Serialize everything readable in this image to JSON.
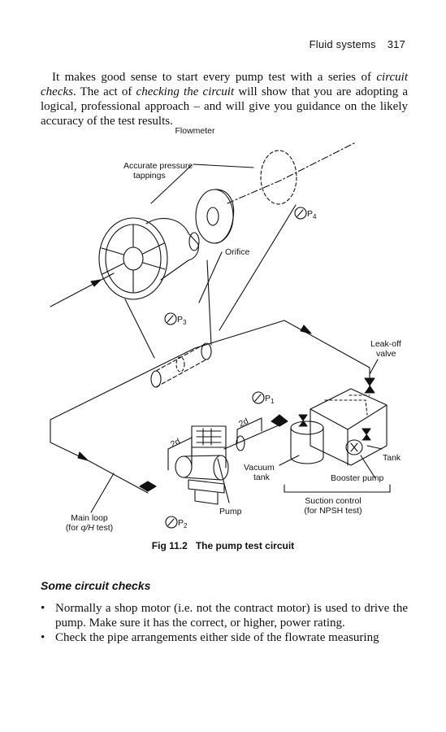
{
  "header": {
    "section": "Fluid systems",
    "page_number": "317"
  },
  "intro": {
    "t1": "It makes good sense to start every pump test with a series of ",
    "em1": "circuit checks",
    "t2": ". The act of ",
    "em2": "checking the circuit",
    "t3": " will show that you are adopting a logical, professional approach – and will give you guidance on the likely accuracy of the test results."
  },
  "figure": {
    "labels": {
      "flowmeter": "Flowmeter",
      "pressure_tappings_1": "Accurate pressure",
      "pressure_tappings_2": "tappings",
      "orifice": "Orifice",
      "p4": "P",
      "p4_sub": "4",
      "p3": "P",
      "p3_sub": "3",
      "p1": "P",
      "p1_sub": "1",
      "p2": "P",
      "p2_sub": "2",
      "leakoff_1": "Leak-off",
      "leakoff_2": "valve",
      "tank": "Tank",
      "vacuum_1": "Vacuum",
      "vacuum_2": "tank",
      "booster": "Booster pump",
      "suction_1": "Suction control",
      "suction_2": "(for NPSH test)",
      "pump": "Pump",
      "twod_a": "2d",
      "twod_b": "2d",
      "main_loop_1": "Main loop",
      "main_loop_2a": "(for ",
      "main_loop_2b": "q/H",
      "main_loop_2c": " test)"
    },
    "caption_number": "Fig 11.2",
    "caption_title": "The pump test circuit"
  },
  "section": {
    "heading": "Some circuit checks"
  },
  "bullets": [
    "Normally a shop motor (i.e. not the contract motor) is used to drive the pump. Make sure it has the correct, or higher, power rating.",
    "Check the pipe arrangements either side of the flowrate measuring"
  ]
}
